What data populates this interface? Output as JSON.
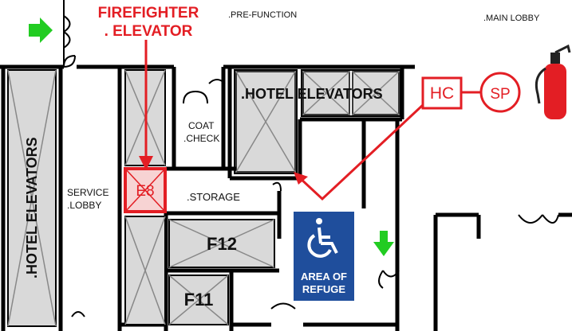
{
  "title": {
    "firefighter_line1": "FIREFIGHTER",
    "firefighter_line2": ". ELEVATOR"
  },
  "labels": {
    "pre_function": ".PRE-FUNCTION",
    "main_lobby": ".MAIN LOBBY",
    "hotel_elevators_top": ".HOTEL ELEVATORS",
    "hotel_elevators_left": ".HOTEL ELEVATORS",
    "coat_check_line1": "COAT",
    "coat_check_line2": ".CHECK",
    "service_lobby_line1": "SERVICE",
    "service_lobby_line2": ".LOBBY",
    "storage": ".STORAGE",
    "e8": "E8",
    "f12": "F12",
    "f11": "F11",
    "hc": "HC",
    "sp": "SP"
  },
  "refuge_sign": {
    "line1": "AREA OF",
    "line2": "REFUGE"
  },
  "legend_icons": [
    "hose-cabinet-icon",
    "standpipe-icon",
    "fire-extinguisher-icon",
    "wheelchair-icon",
    "green-exit-arrow-icon"
  ],
  "colors": {
    "wall": "#000000",
    "highlight_red": "#e31e24",
    "refuge_blue": "#1f4e9c",
    "arrow_green": "#22cc22",
    "elevator_fill": "#d9d9d9"
  }
}
